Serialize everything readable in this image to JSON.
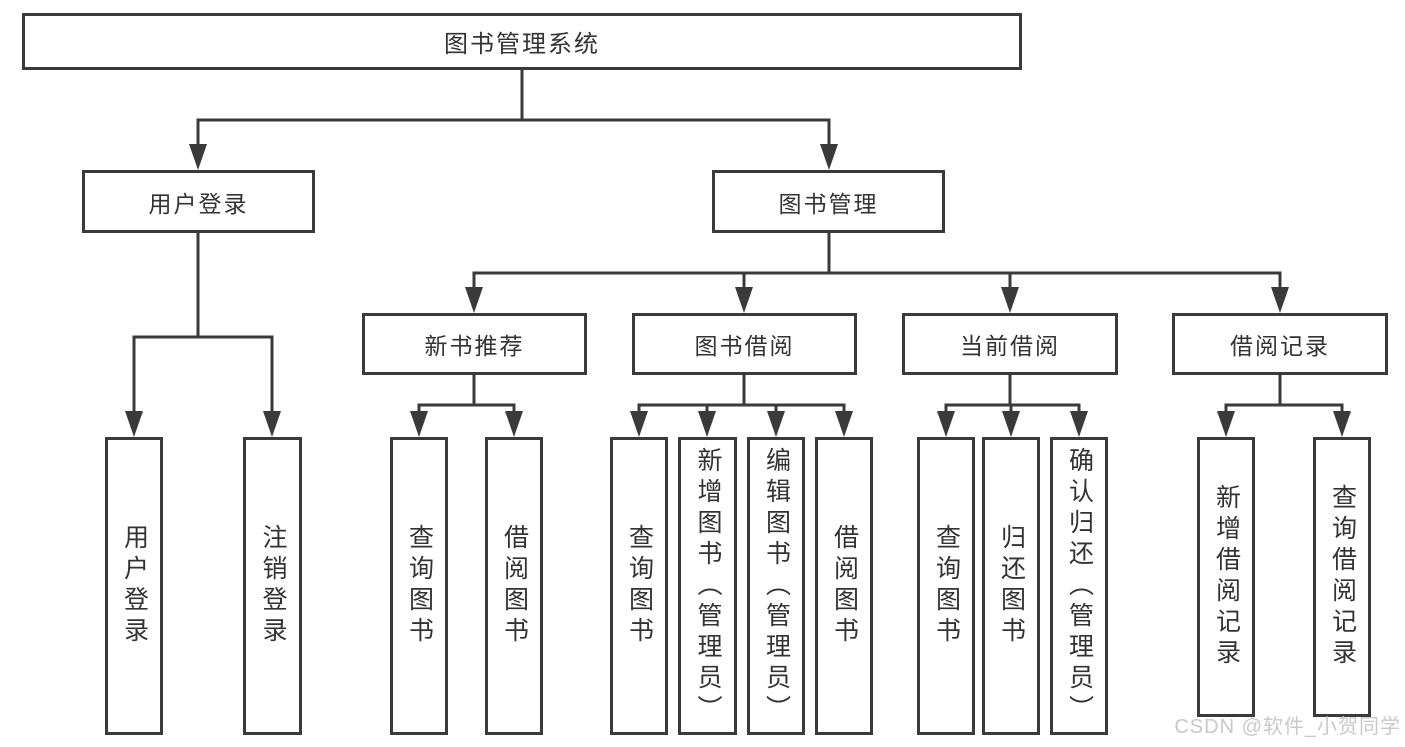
{
  "diagram": {
    "title": "图书管理系统",
    "nodes": {
      "root": "图书管理系统",
      "l2": [
        "用户登录",
        "图书管理"
      ],
      "l3": [
        "新书推荐",
        "图书借阅",
        "当前借阅",
        "借阅记录"
      ],
      "leaves": [
        "用户登录",
        "注销登录",
        "查询图书",
        "借阅图书",
        "查询图书",
        "新增图书（管理员）",
        "编辑图书（管理员）",
        "借阅图书",
        "查询图书",
        "归还图书",
        "确认归还（管理员）",
        "新增借阅记录",
        "查询借阅记录"
      ]
    },
    "watermark": "CSDN @软件_小贺同学",
    "colors": {
      "line": "#3a3a3a",
      "text": "#333333",
      "watermark": "#c9c9c9",
      "background": "#ffffff"
    }
  }
}
